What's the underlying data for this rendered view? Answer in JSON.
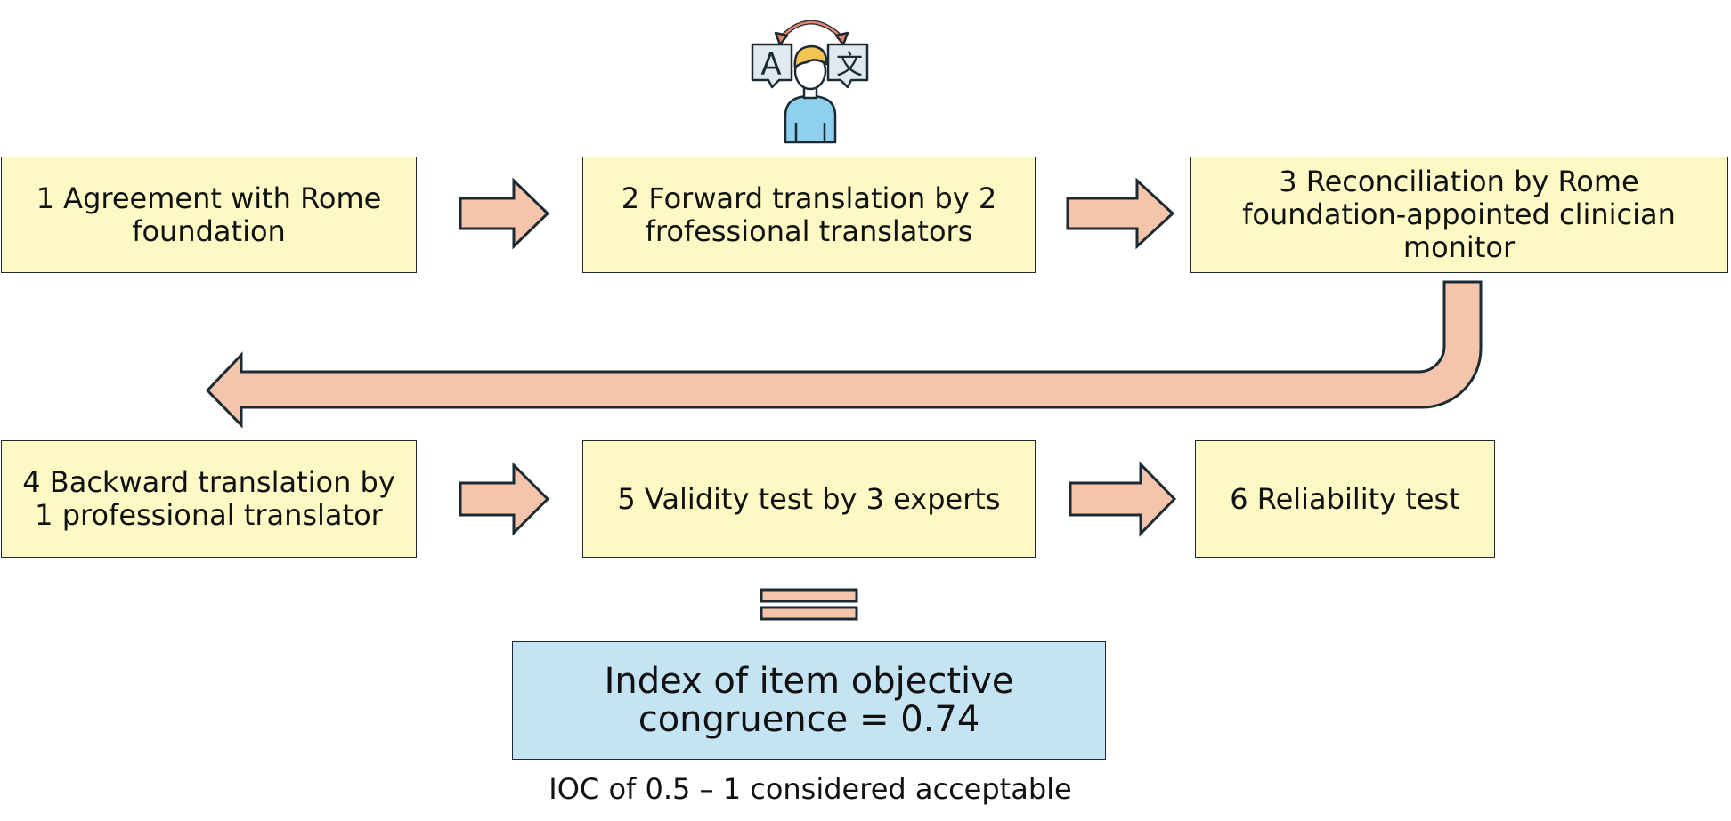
{
  "steps": [
    {
      "label": "1 Agreement with Rome foundation"
    },
    {
      "label": "2 Forward translation by 2 frofessional translators"
    },
    {
      "label": "3 Reconciliation by Rome foundation-appointed clinician monitor"
    },
    {
      "label": "4 Backward translation by 1 professional translator"
    },
    {
      "label": "5 Validity test by 3 experts"
    },
    {
      "label": "6 Reliability test"
    }
  ],
  "result": {
    "label": "Index of item objective congruence = 0.74"
  },
  "note": "IOC of 0.5 – 1 considered acceptable",
  "icon_glyphs": {
    "latin": "A",
    "cjk": "文"
  },
  "colors": {
    "step_fill": "#fdf9c4",
    "result_fill": "#c4e4f4",
    "arrow_fill": "#f4c5ab",
    "outline": "#1b2a33"
  }
}
